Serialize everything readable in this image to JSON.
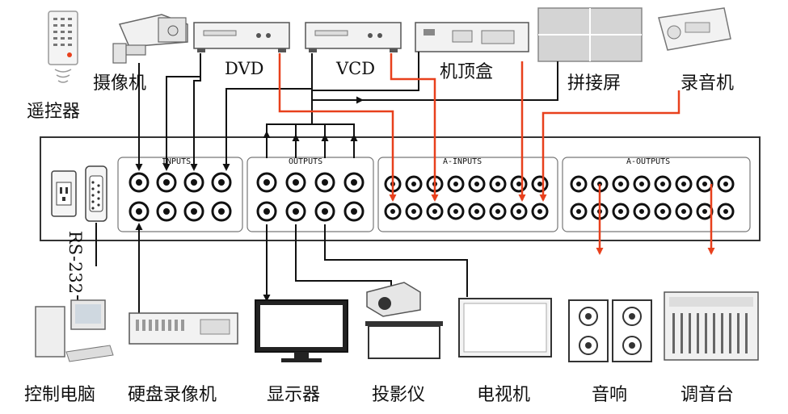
{
  "sources": {
    "remote": "遥控器",
    "camera": "摄像机",
    "dvd": "DVD",
    "vcd": "VCD",
    "settop": "机顶盒",
    "splice_screen": "拼接屏",
    "recorder": "录音机"
  },
  "panel": {
    "inputs": "INPUTS",
    "outputs": "OUTPUTS",
    "a_inputs": "A-INPUTS",
    "a_outputs": "A-OUTPUTS",
    "rs232": "RS-232"
  },
  "destinations": {
    "pc": "控制电脑",
    "dvr": "硬盘录像机",
    "monitor": "显示器",
    "projector": "投影仪",
    "tv": "电视机",
    "speaker": "音响",
    "mixer": "调音台"
  }
}
